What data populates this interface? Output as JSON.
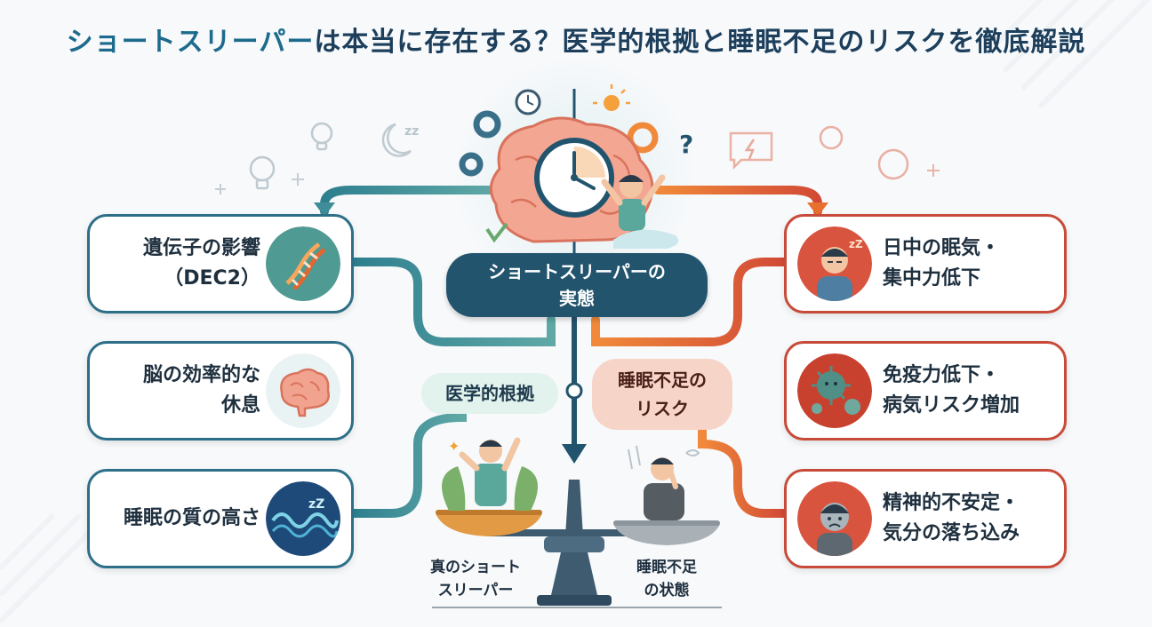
{
  "title": {
    "accent": "ショートスリーパー",
    "rest": "は本当に存在する？医学的根拠と睡眠不足のリスクを徹底解説"
  },
  "center": {
    "hub_line1": "ショートスリーパーの",
    "hub_line2": "実態",
    "medical_label": "医学的根拠",
    "risk_line1": "睡眠不足の",
    "risk_line2": "リスク"
  },
  "left_cards": [
    {
      "line1": "遺伝子の影響",
      "line2": "（DEC2）",
      "icon": "dna-icon"
    },
    {
      "line1": "脳の効率的な",
      "line2": "休息",
      "icon": "brain-icon"
    },
    {
      "line1": "睡眠の質の高さ",
      "line2": "",
      "icon": "sleep-wave-icon"
    }
  ],
  "right_cards": [
    {
      "line1": "日中の眠気・",
      "line2": "集中力低下",
      "icon": "sleepy-person-icon"
    },
    {
      "line1": "免疫力低下・",
      "line2": "病気リスク増加",
      "icon": "virus-icon"
    },
    {
      "line1": "精神的不安定・",
      "line2": "気分の落ち込み",
      "icon": "sad-person-icon"
    }
  ],
  "scale": {
    "left_line1": "真のショート",
    "left_line2": "スリーパー",
    "right_line1": "睡眠不足",
    "right_line2": "の状態"
  },
  "colors": {
    "teal": "#2e6f88",
    "orange": "#e8702f",
    "red": "#c84b3a",
    "navy": "#22546e"
  }
}
